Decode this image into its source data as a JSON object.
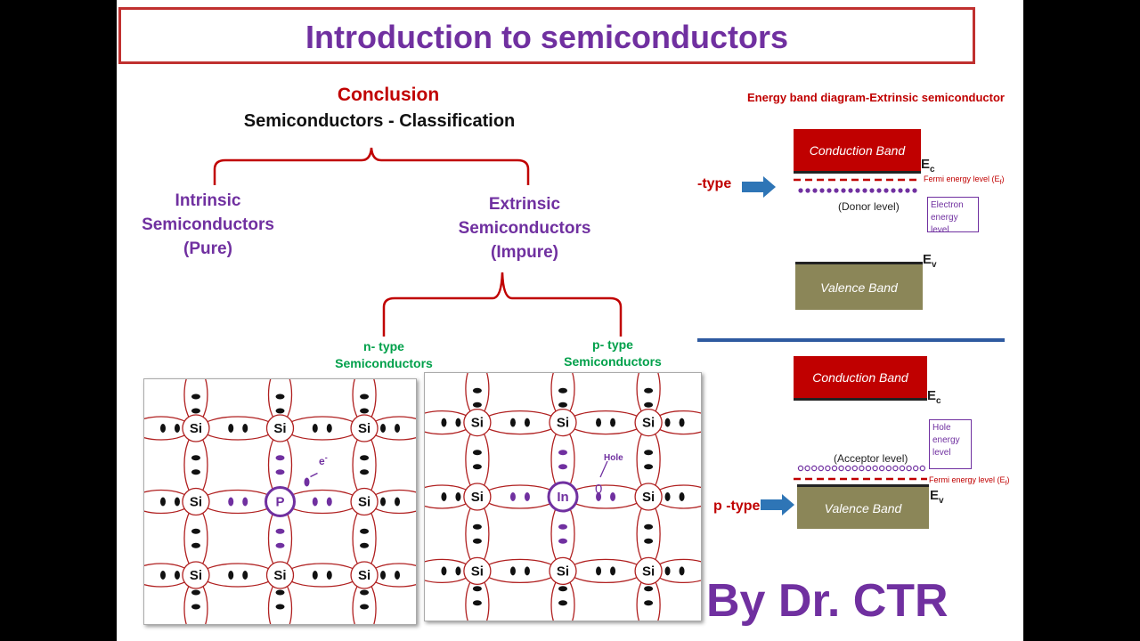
{
  "title": "Introduction to semiconductors",
  "tree": {
    "heading": "Conclusion",
    "subheading": "Semiconductors - Classification",
    "intrinsic": [
      "Intrinsic",
      "Semiconductors",
      "(Pure)"
    ],
    "extrinsic": [
      "Extrinsic",
      "Semiconductors",
      "(Impure)"
    ],
    "n_type": [
      "n- type",
      "Semiconductors"
    ],
    "p_type": [
      "p- type",
      "Semiconductors"
    ]
  },
  "energy": {
    "title": "Energy band diagram-Extrinsic semiconductor",
    "n": {
      "type_label": "-type",
      "conduction": "Conduction Band",
      "ec": "E",
      "ec_sub": "c",
      "fermi": "Fermi energy level (E",
      "fermi_sub": "f",
      "fermi_end": ")",
      "donor": "(Donor level)",
      "box": [
        "Electron",
        "energy level"
      ],
      "ev": "E",
      "ev_sub": "v",
      "valence": "Valence Band"
    },
    "p": {
      "type_label": "p -type",
      "conduction": "Conduction Band",
      "ec": "E",
      "ec_sub": "c",
      "acceptor": "(Acceptor level)",
      "box": [
        "Hole",
        "energy",
        "level"
      ],
      "fermi": "Fermi energy level (E",
      "fermi_sub": "f",
      "fermi_end": ")",
      "ev": "E",
      "ev_sub": "v",
      "valence": "Valence Band"
    }
  },
  "lattice_n": {
    "atoms": [
      "Si",
      "Si",
      "Si",
      "Si",
      "P",
      "Si",
      "Si",
      "Si",
      "Si"
    ],
    "electron": "e",
    "electron_sup": "-"
  },
  "lattice_p": {
    "atoms": [
      "Si",
      "Si",
      "Si",
      "Si",
      "In",
      "Si",
      "Si",
      "Si",
      "Si"
    ],
    "hole": "Hole",
    "hole_mark": "0"
  },
  "credit": "By Dr. CTR",
  "colors": {
    "purple": "#7030a0",
    "red": "#c00000",
    "green": "#00a04a",
    "valence": "#8b8658",
    "divider": "#2e5aa0"
  }
}
